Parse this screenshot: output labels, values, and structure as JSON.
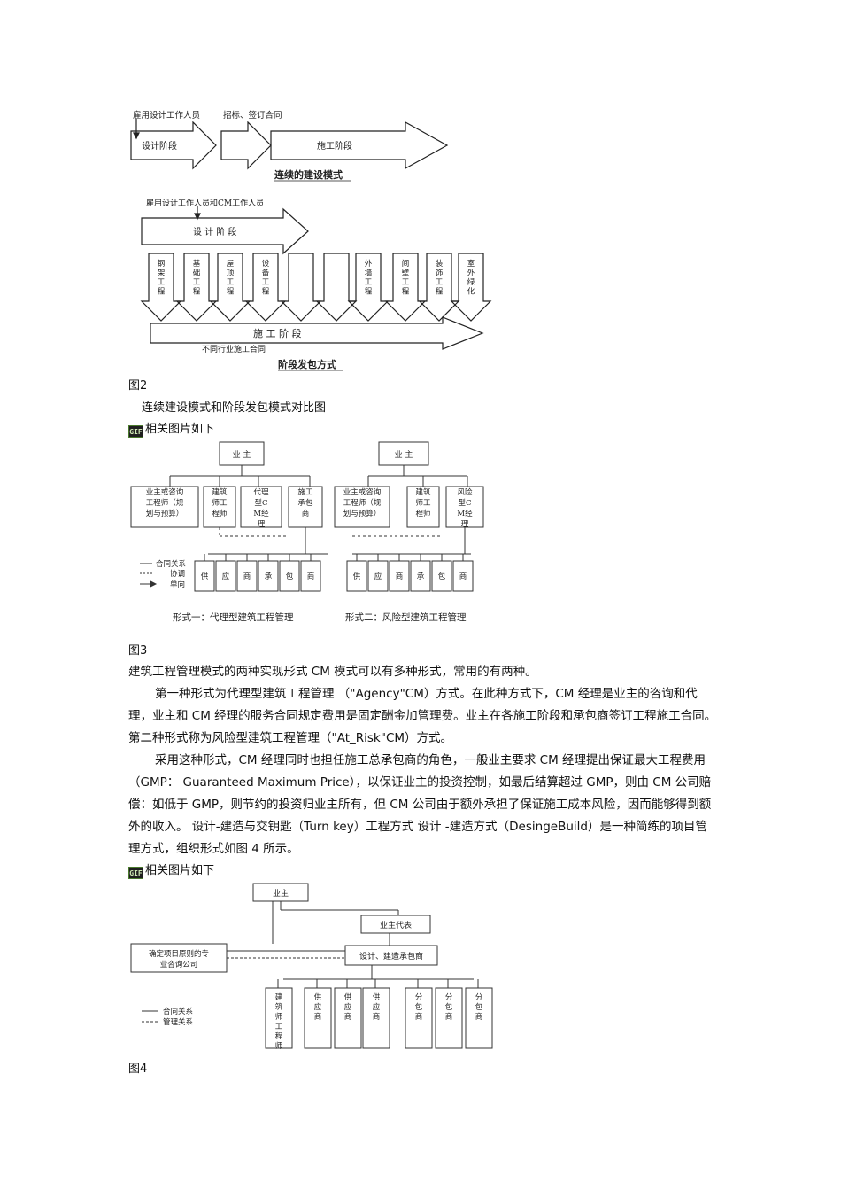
{
  "fig2": {
    "diagram_a": {
      "hire_designers": "雇用设计工作人员",
      "design_phase": "设计阶段",
      "bid_sign": "招标、签订合同",
      "construction_phase": "施工阶段",
      "caption": "连续的建设模式"
    },
    "diagram_b": {
      "hire_designers_cm": "雇用设计工作人员和CM工作人员",
      "design_phase": "设 计 阶 段",
      "works": [
        "钢架工程",
        "基础工程",
        "屋顶工程",
        "设备工程",
        "",
        "",
        "外墙工程",
        "间壁工程",
        "装饰工程",
        "室外绿化"
      ],
      "construction_phase": "施 工 阶 段",
      "trade_contracts": "不同行业施工合同",
      "caption": "阶段发包方式"
    },
    "label": "图2",
    "title": "连续建设模式和阶段发包模式对比图"
  },
  "related_images_1": "相关图片如下",
  "fig3": {
    "owner": "业 主",
    "left": {
      "consultant": "业主或咨询工程师（规划与预算）",
      "architect": "建筑师工程师",
      "cm": "代理型CM经理",
      "contractor": "施工承包商",
      "caption": "形式一：代理型建筑工程管理"
    },
    "right": {
      "consultant": "业主或咨询工程师（规划与预算）",
      "architect": "建筑师工程师",
      "cm": "风险型CM经理",
      "caption": "形式二：风险型建筑工程管理"
    },
    "subs": [
      "供",
      "应",
      "商",
      "承",
      "包",
      "商"
    ],
    "legend": {
      "contract": "合同关系",
      "coord": "协调",
      "oneway": "单向"
    },
    "label": "图3"
  },
  "text": {
    "p1": "建筑工程管理模式的两种实现形式 CM 模式可以有多种形式，常用的有两种。",
    "p2": "第一种形式为代理型建筑工程管理 （\"Agency\"CM）方式。在此种方式下，CM 经理是业主的咨询和代理，业主和 CM 经理的服务合同规定费用是固定酬金加管理费。业主在各施工阶段和承包商签订工程施工合同。 第二种形式称为风险型建筑工程管理（\"At_Risk\"CM）方式。",
    "p3": "采用这种形式，CM 经理同时也担任施工总承包商的角色，一般业主要求 CM 经理提出保证最大工程费用（GMP： Guaranteed Maximum Price），以保证业主的投资控制，如最后结算超过 GMP，则由 CM 公司赔偿：如低于 GMP，则节约的投资归业主所有，但 CM 公司由于额外承担了保证施工成本风险，因而能够得到额外的收入。 设计-建造与交钥匙（Turn key）工程方式 设计 -建造方式（DesingeBuild）是一种简练的项目管理方式，组织形式如图 4 所示。"
  },
  "related_images_2": "相关图片如下",
  "fig4": {
    "owner": "业主",
    "owner_rep": "业主代表",
    "consult_co": "确定项目原则的专业咨询公司",
    "design_build": "设计、建造承包商",
    "subs": [
      "建筑师工程师",
      "供应商",
      "供应商",
      "供应商",
      "分包商",
      "分包商",
      "分包商"
    ],
    "legend": {
      "contract": "合同关系",
      "management": "管理关系"
    },
    "label": "图4"
  },
  "gif_icon_text": "GIF"
}
